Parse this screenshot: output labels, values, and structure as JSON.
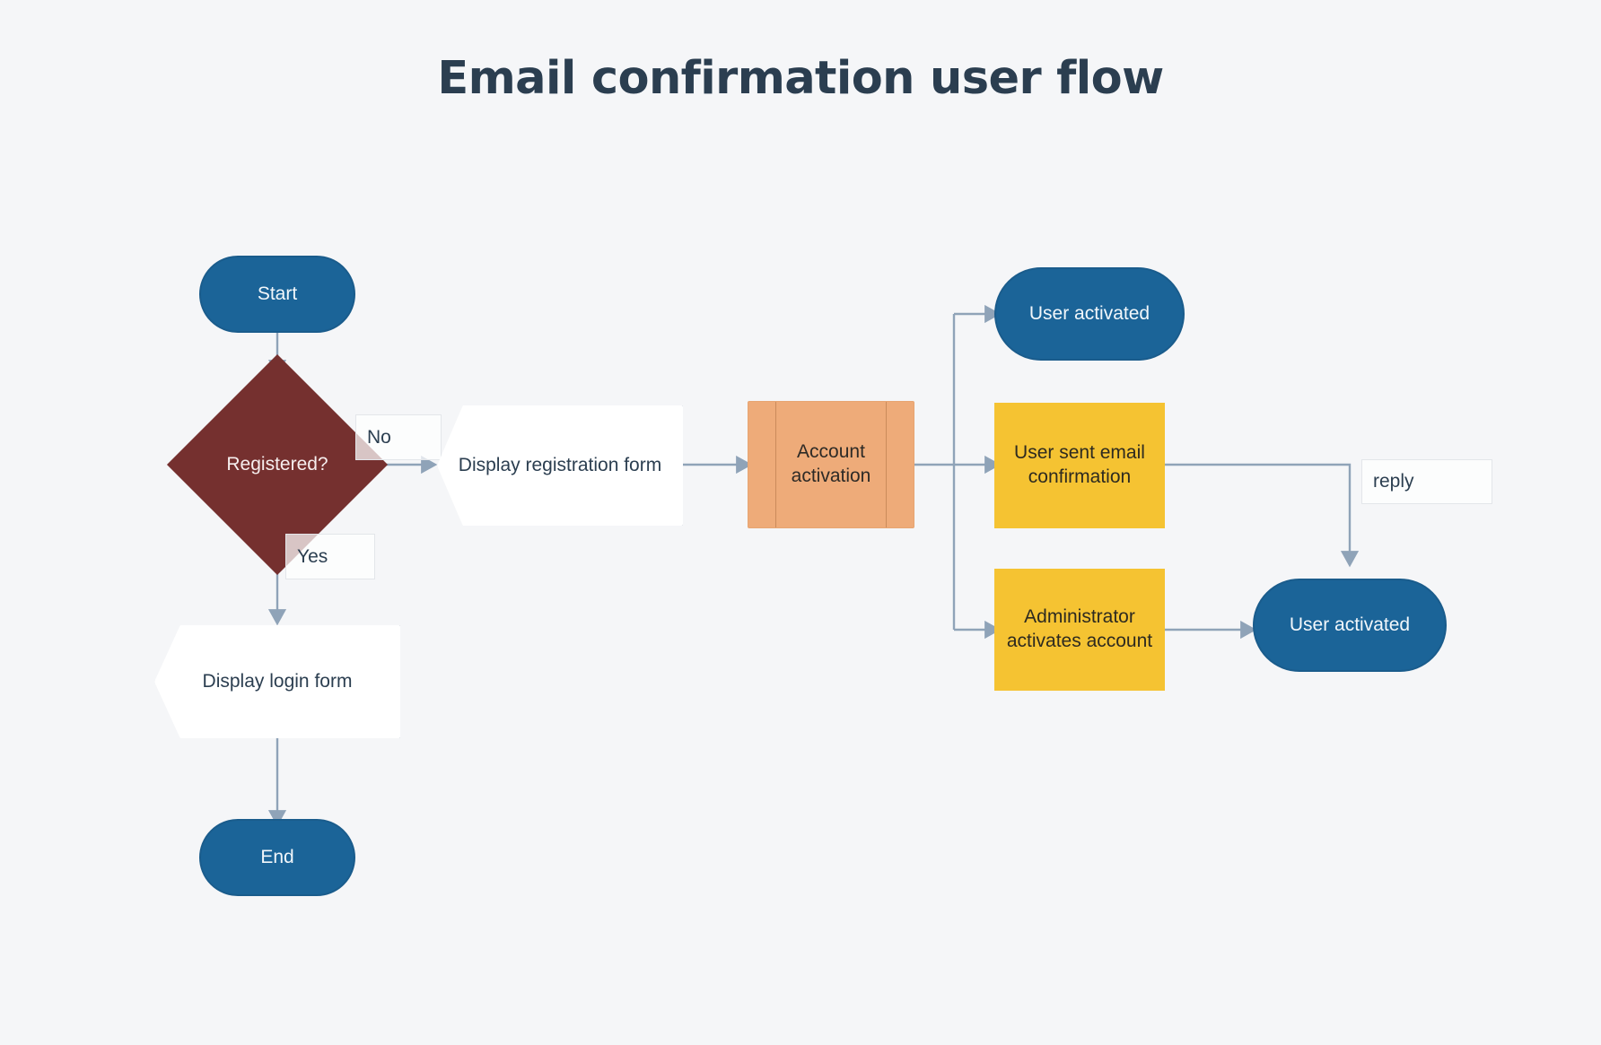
{
  "title": "Email confirmation user flow",
  "theme": {
    "background": "#f5f6f8",
    "title_color": "#2b3e50",
    "terminator_fill": "#1b6498",
    "terminator_border": "#1a5c8c",
    "terminator_text": "#f2f7fb",
    "decision_fill": "#75302f",
    "decision_text": "#f6eeee",
    "display_fill": "#ffffff",
    "display_text": "#2b3e50",
    "subroutine_fill": "#eeab79",
    "process_fill": "#f5c332",
    "process_text": "#2d2a20",
    "connector_color": "#8fa3b8",
    "label_box_border": "#e3e6ea"
  },
  "nodes": {
    "start": {
      "label": "Start",
      "shape": "terminator"
    },
    "registered": {
      "label": "Registered?",
      "shape": "decision"
    },
    "display_registration_form": {
      "label": "Display registration form",
      "shape": "display"
    },
    "display_login_form": {
      "label": "Display login form",
      "shape": "display"
    },
    "end": {
      "label": "End",
      "shape": "terminator"
    },
    "account_activation": {
      "label_line1": "Account",
      "label_line2": "activation",
      "shape": "predefined-process"
    },
    "user_activated_top": {
      "label": "User activated",
      "shape": "terminator"
    },
    "user_sent_email_confirmation": {
      "label_line1": "User sent email",
      "label_line2": "confirmation",
      "shape": "process"
    },
    "administrator_activates_account": {
      "label_line1": "Administrator",
      "label_line2": "activates account",
      "shape": "process"
    },
    "user_activated_bottom": {
      "label": "User activated",
      "shape": "terminator"
    }
  },
  "edge_labels": {
    "no": "No",
    "yes": "Yes",
    "reply": "reply"
  },
  "edges": [
    {
      "from": "start",
      "to": "registered",
      "label": ""
    },
    {
      "from": "registered",
      "to": "display_registration_form",
      "label": "No"
    },
    {
      "from": "registered",
      "to": "display_login_form",
      "label": "Yes"
    },
    {
      "from": "display_login_form",
      "to": "end",
      "label": ""
    },
    {
      "from": "display_registration_form",
      "to": "account_activation",
      "label": ""
    },
    {
      "from": "account_activation",
      "to": "user_activated_top",
      "label": ""
    },
    {
      "from": "account_activation",
      "to": "user_sent_email_confirmation",
      "label": ""
    },
    {
      "from": "account_activation",
      "to": "administrator_activates_account",
      "label": ""
    },
    {
      "from": "user_sent_email_confirmation",
      "to": "user_activated_bottom",
      "label": "reply"
    },
    {
      "from": "administrator_activates_account",
      "to": "user_activated_bottom",
      "label": ""
    }
  ]
}
